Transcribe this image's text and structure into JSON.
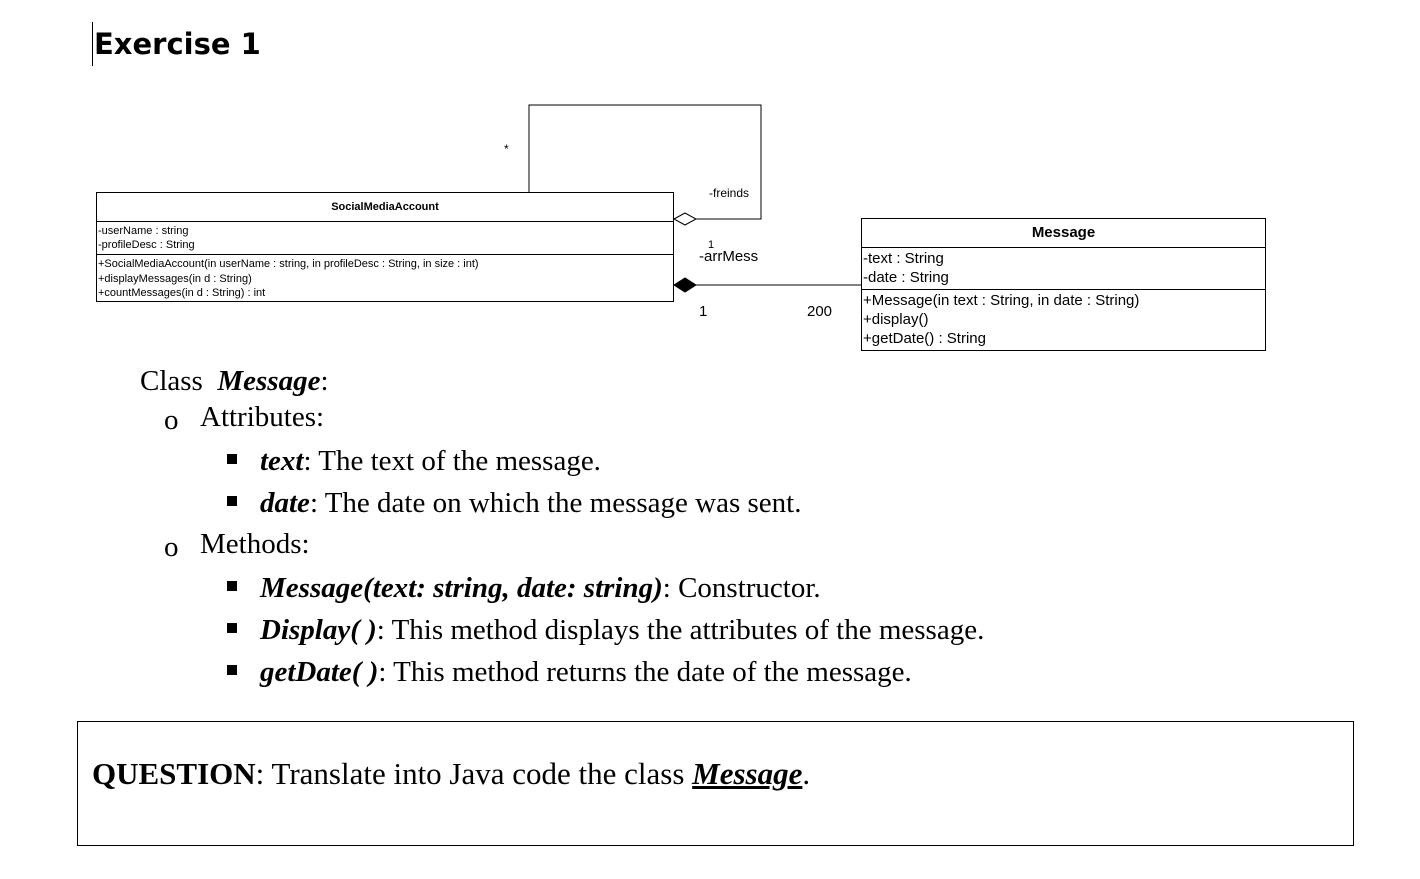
{
  "heading": "Exercise 1",
  "diagram": {
    "social_media_account": {
      "name": "SocialMediaAccount",
      "attributes": [
        "-userName : string",
        "-profileDesc : String"
      ],
      "methods": [
        "+SocialMediaAccount(in userName : string, in profileDesc : String, in size : int)",
        "+displayMessages(in d : String)",
        "+countMessages(in d : String) : int"
      ]
    },
    "message": {
      "name": "Message",
      "attributes": [
        "-text : String",
        "-date : String"
      ],
      "methods": [
        "+Message(in text : String, in date : String)",
        "+display()",
        "+getDate() : String"
      ]
    },
    "self_association": {
      "role": "-freinds",
      "multiplicity": "*"
    },
    "composition": {
      "role": "-arrMess",
      "upper_multiplicity": "1",
      "lower_left_multiplicity": "1",
      "lower_right_multiplicity": "200"
    }
  },
  "description": {
    "class_label": "Class",
    "class_name": "Message",
    "colon": ":",
    "bullet_char": "o",
    "attributes_label": "Attributes:",
    "attributes": [
      {
        "name": "text",
        "text": ": The text of the message."
      },
      {
        "name": "date",
        "text": ": The date on which the message was sent."
      }
    ],
    "methods_label": "Methods:",
    "methods": [
      {
        "name": "Message(text: string, date: string)",
        "text": ": Constructor."
      },
      {
        "name": "Display( )",
        "text": ": This method displays the attributes of the message."
      },
      {
        "name": "getDate( )",
        "text": ": This method returns the date of the message."
      }
    ]
  },
  "question": {
    "label": "QUESTION",
    "text": ": Translate into Java code the class ",
    "class_name": "Message",
    "end": "."
  }
}
